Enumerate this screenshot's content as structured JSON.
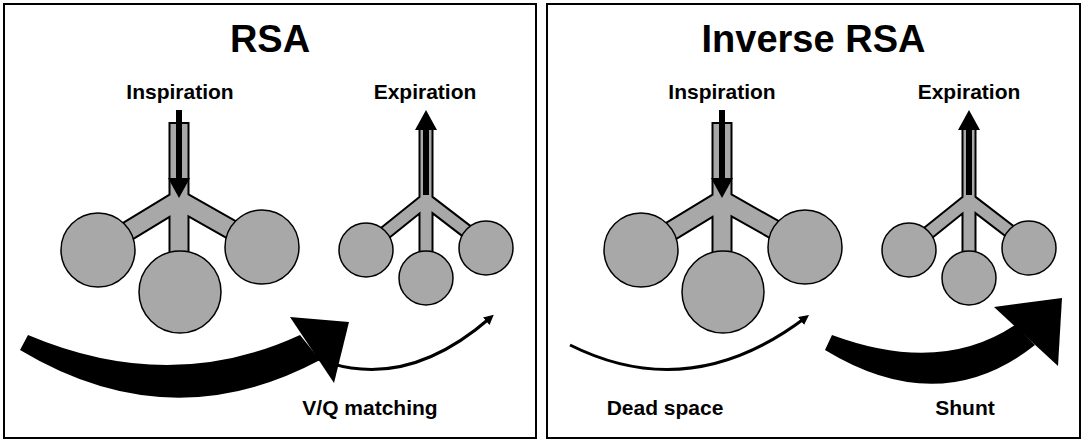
{
  "diagram": {
    "nodes": [
      {
        "text": [
          "RSA"
        ]
      },
      {
        "text": [
          "Inverse RSA"
        ]
      }
    ],
    "labels": [
      "Inspiration",
      "Expiration",
      "V/Q matching",
      "Inspiration",
      "Expiration",
      "Dead space",
      "Shunt"
    ]
  }
}
